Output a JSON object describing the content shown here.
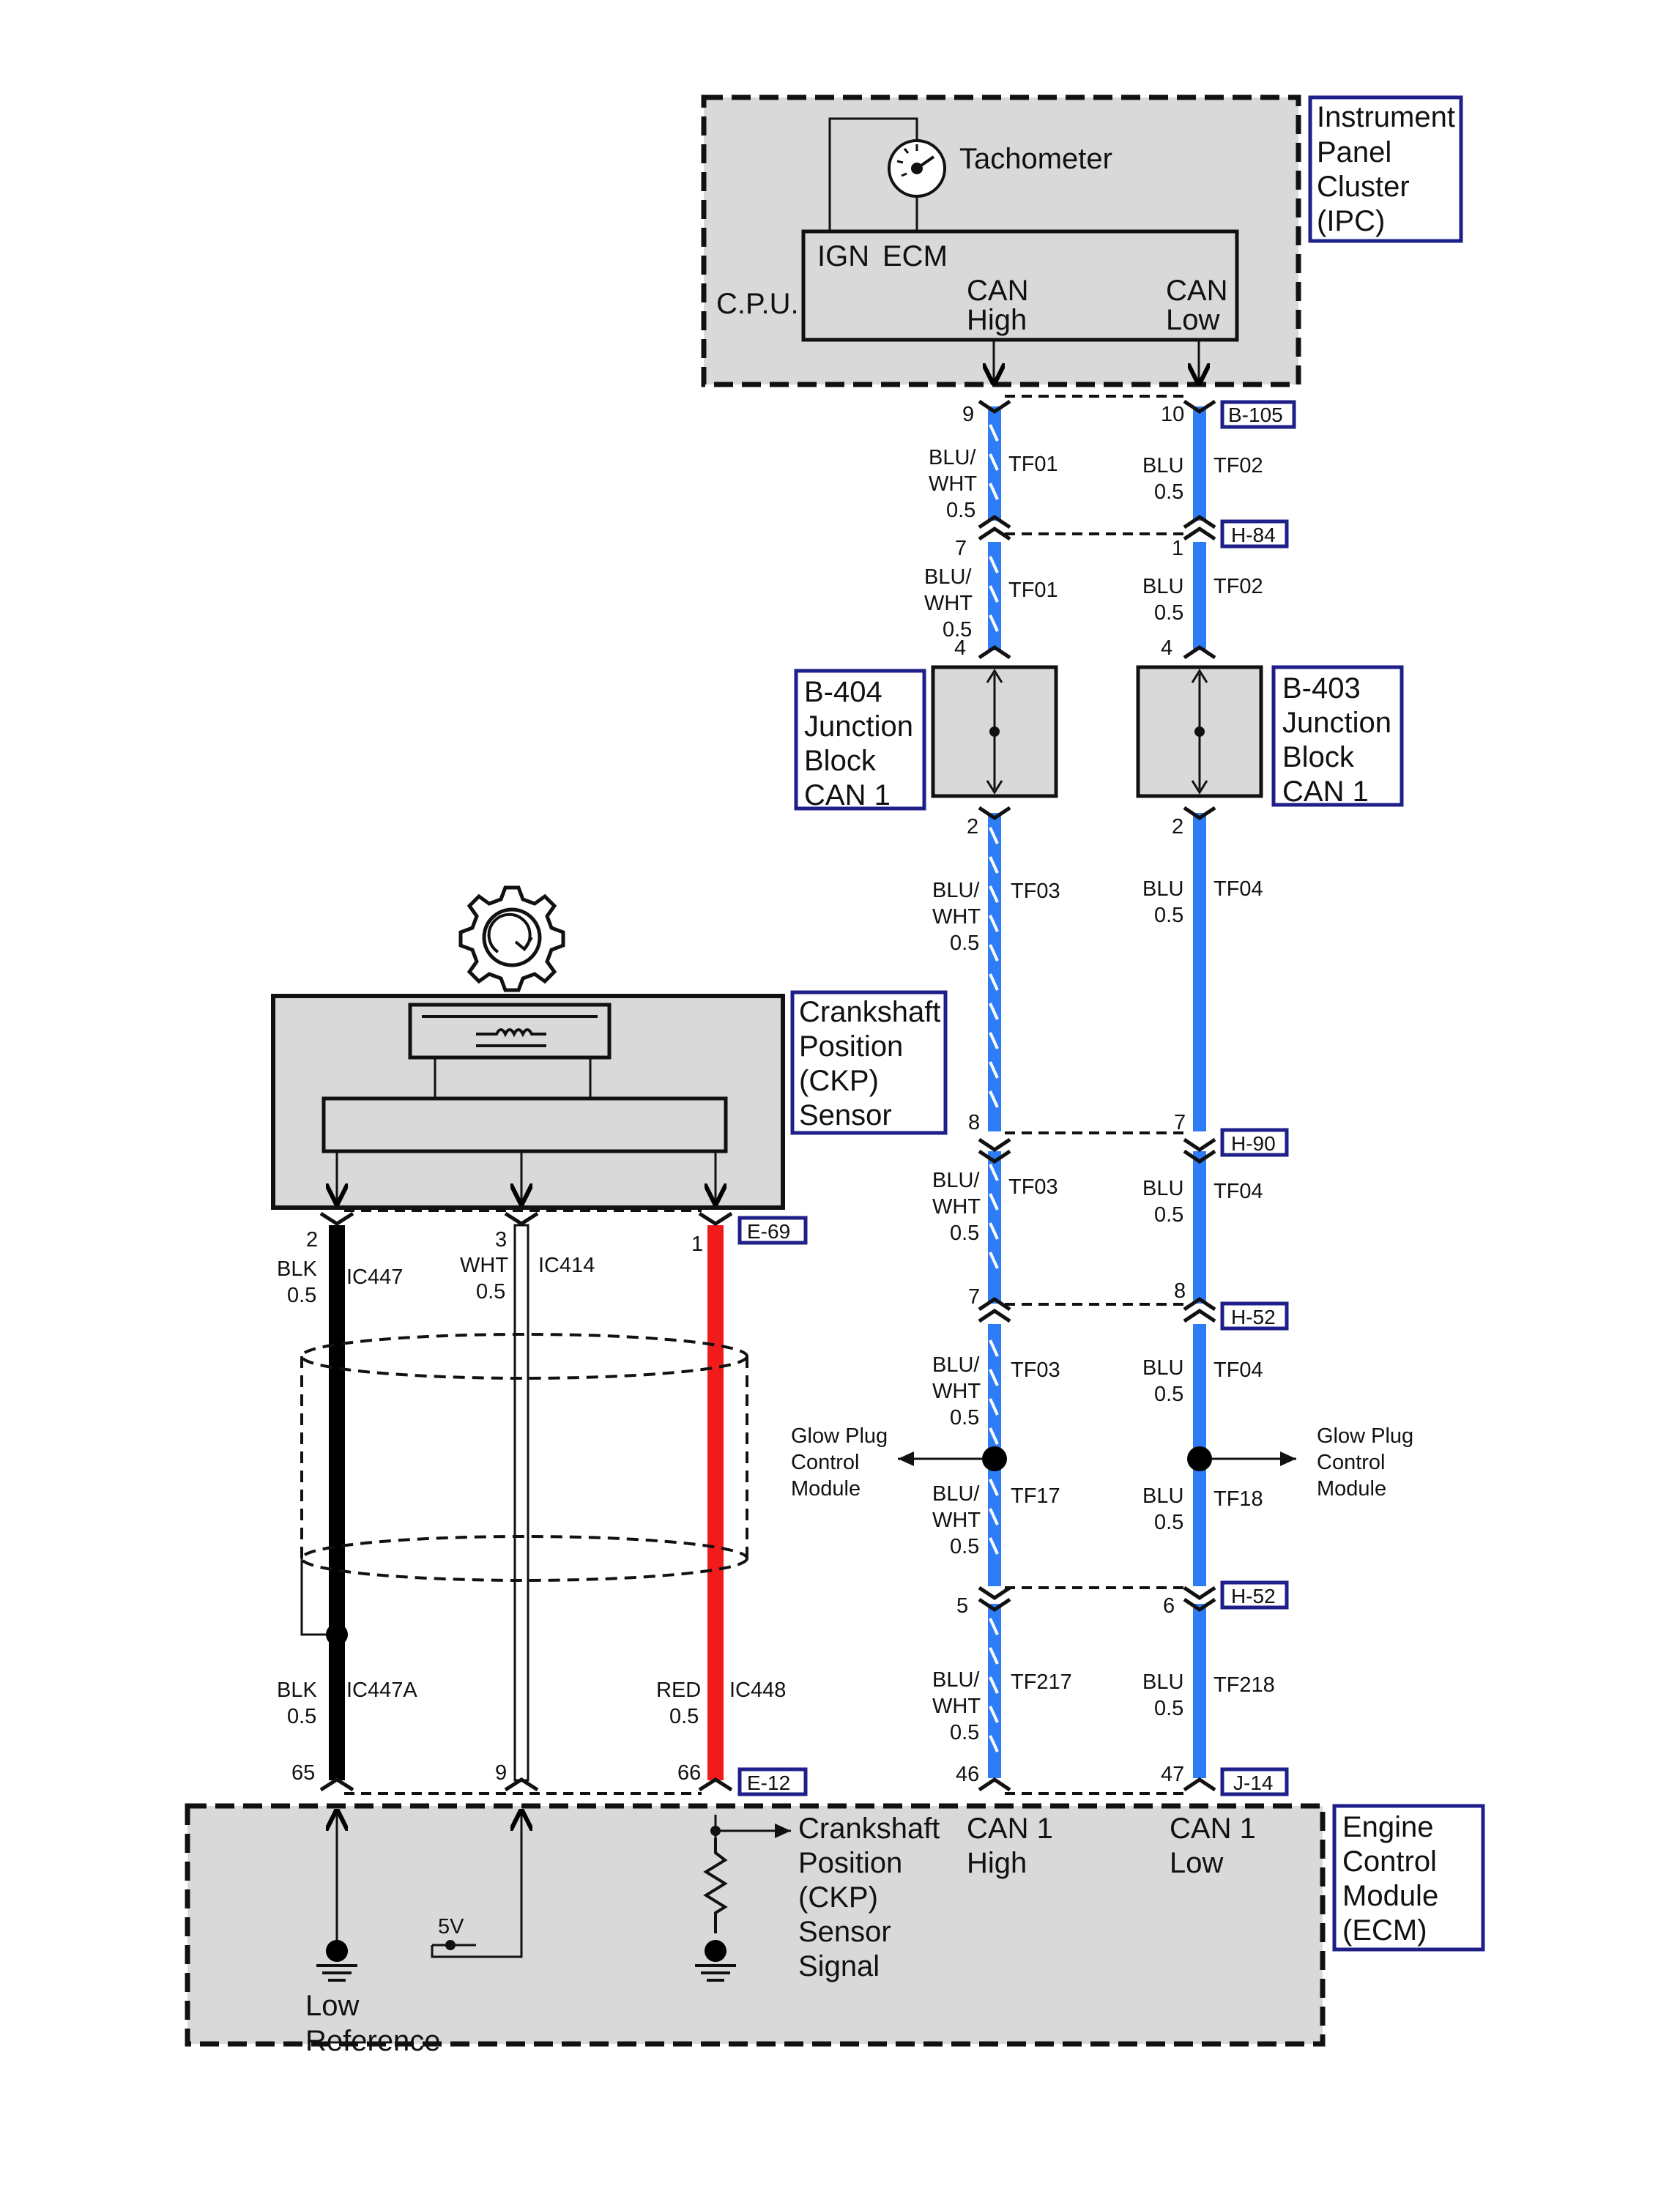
{
  "ipc": {
    "label": [
      "Instrument",
      "Panel",
      "Cluster",
      "(IPC)"
    ],
    "tachometer": "Tachometer",
    "ign": "IGN",
    "ecm": "ECM",
    "cpu": "C.P.U.",
    "can_high": [
      "CAN",
      "High"
    ],
    "can_low": [
      "CAN",
      "Low"
    ]
  },
  "connectors": {
    "b105": "B-105",
    "h84": "H-84",
    "h90": "H-90",
    "h52a": "H-52",
    "h52b": "H-52",
    "e69": "E-69",
    "e12": "E-12",
    "j14": "J-14"
  },
  "junction_blocks": {
    "left": [
      "B-404",
      "Junction",
      "Block",
      "CAN 1"
    ],
    "right": [
      "B-403",
      "Junction",
      "Block",
      "CAN 1"
    ]
  },
  "ckp": {
    "label": [
      "Crankshaft",
      "Position",
      "(CKP)",
      "Sensor"
    ]
  },
  "glow_plug": {
    "left": [
      "Glow Plug",
      "Control",
      "Module"
    ],
    "right": [
      "Glow Plug",
      "Control",
      "Module"
    ]
  },
  "ecm": {
    "label": [
      "Engine",
      "Control",
      "Module",
      "(ECM)"
    ],
    "ckp_signal": [
      "Crankshaft",
      "Position",
      "(CKP)",
      "Sensor",
      "Signal"
    ],
    "can1_high": [
      "CAN 1",
      "High"
    ],
    "can1_low": [
      "CAN 1",
      "Low"
    ],
    "low_ref": [
      "Low",
      "Reference"
    ],
    "five_v": "5V"
  },
  "pins": {
    "hi_b105": "9",
    "lo_b105": "10",
    "hi_h84": "7",
    "lo_h84": "1",
    "hi_jb_in": "4",
    "lo_jb_in": "4",
    "hi_jb_out": "2",
    "lo_jb_out": "2",
    "hi_h90": "8",
    "lo_h90": "7",
    "hi_h52a": "7",
    "lo_h52a": "8",
    "hi_h52b": "5",
    "lo_h52b": "6",
    "hi_j14": "46",
    "lo_j14": "47",
    "ckp_blk": "2",
    "ckp_wht": "3",
    "ckp_red": "1",
    "ecm_blk": "65",
    "ecm_wht": "9",
    "ecm_red": "66"
  },
  "wires": {
    "w1": [
      "BLU/",
      "WHT",
      "0.5"
    ],
    "w1c": "TF01",
    "w2": [
      "BLU",
      "0.5"
    ],
    "w2c": "TF02",
    "w3": [
      "BLU/",
      "WHT",
      "0.5"
    ],
    "w3c": "TF01",
    "w4": [
      "BLU",
      "0.5"
    ],
    "w4c": "TF02",
    "w5": [
      "BLU/",
      "WHT",
      "0.5"
    ],
    "w5c": "TF03",
    "w6": [
      "BLU",
      "0.5"
    ],
    "w6c": "TF04",
    "w7": [
      "BLU/",
      "WHT",
      "0.5"
    ],
    "w7c": "TF03",
    "w8": [
      "BLU",
      "0.5"
    ],
    "w8c": "TF04",
    "w9": [
      "BLU/",
      "WHT",
      "0.5"
    ],
    "w9c": "TF03",
    "w10": [
      "BLU",
      "0.5"
    ],
    "w10c": "TF04",
    "w11": [
      "BLU/",
      "WHT",
      "0.5"
    ],
    "w11c": "TF17",
    "w12": [
      "BLU",
      "0.5"
    ],
    "w12c": "TF18",
    "w13": [
      "BLU/",
      "WHT",
      "0.5"
    ],
    "w13c": "TF217",
    "w14": [
      "BLU",
      "0.5"
    ],
    "w14c": "TF218",
    "blk": [
      "BLK",
      "0.5"
    ],
    "blkc": "IC447",
    "wht": [
      "WHT",
      "0.5"
    ],
    "whtc": "IC414",
    "blk2": [
      "BLK",
      "0.5"
    ],
    "blk2c": "IC447A",
    "red": [
      "RED",
      "0.5"
    ],
    "redc": "IC448"
  },
  "colors": {
    "blue": "#2f7df6",
    "red": "#f21b1b",
    "black": "#000000",
    "box_fill": "#d9d9d9",
    "label_border": "#1f1f8a"
  }
}
